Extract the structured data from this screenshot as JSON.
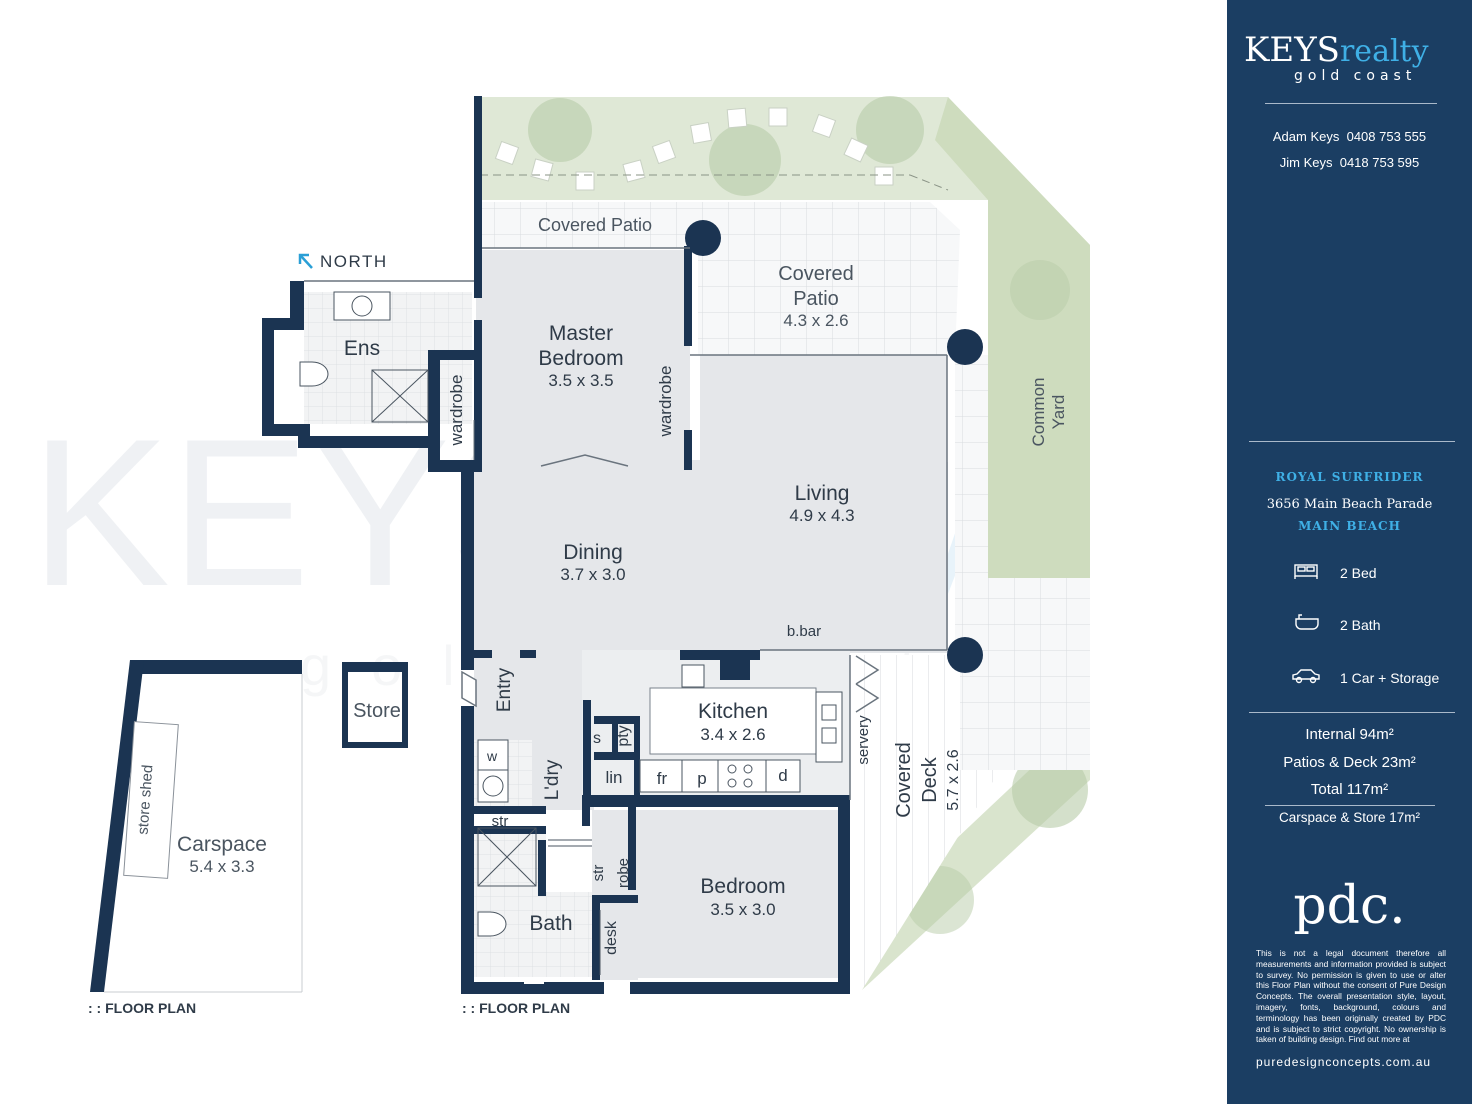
{
  "watermark": {
    "keys": "KEYS",
    "realty": "realty",
    "sub": "gold coast"
  },
  "compass": {
    "label": "NORTH"
  },
  "rooms": {
    "covered_patio_top": "Covered Patio",
    "covered_patio_right": {
      "line1": "Covered",
      "line2": "Patio",
      "dims": "4.3 x 2.6"
    },
    "common_yard": {
      "line1": "Common",
      "line2": "Yard"
    },
    "ensuite": "Ens",
    "wardrobe_left": "wardrobe",
    "wardrobe_right": "wardrobe",
    "master": {
      "line1": "Master",
      "line2": "Bedroom",
      "dims": "3.5 x 3.5"
    },
    "living": {
      "name": "Living",
      "dims": "4.9 x 4.3"
    },
    "dining": {
      "name": "Dining",
      "dims": "3.7 x 3.0"
    },
    "bbar": "b.bar",
    "entry": "Entry",
    "kitchen": {
      "name": "Kitchen",
      "dims": "3.4 x 2.6"
    },
    "s": "s",
    "pty": "pty",
    "lin": "lin",
    "fr": "fr",
    "p": "p",
    "d": "d",
    "servery": "servery",
    "covered_deck": {
      "line1": "Covered",
      "line2": "Deck",
      "dims": "5.7 x 2.6"
    },
    "w": "w",
    "ldry": "L'dry",
    "str1": "str",
    "str2": "str",
    "robe": "robe",
    "bath": "Bath",
    "desk": "desk",
    "bedroom": {
      "name": "Bedroom",
      "dims": "3.5 x 3.0"
    },
    "store": "Store",
    "store_shed": "store shed",
    "carspace": {
      "name": "Carspace",
      "dims": "5.4 x 3.3"
    }
  },
  "plan_labels": {
    "left": ": : FLOOR PLAN",
    "right": ": : FLOOR PLAN"
  },
  "sidebar": {
    "logo_keys": "KEYS",
    "logo_realty": "realty",
    "logo_sub": "gold coast",
    "agents": [
      {
        "name": "Adam Keys",
        "phone": "0408 753 555"
      },
      {
        "name": "Jim Keys",
        "phone": "0418 753 595"
      }
    ],
    "property_name": "ROYAL SURFRIDER",
    "address": "3656 Main Beach Parade",
    "suburb": "MAIN BEACH",
    "features": [
      {
        "icon": "bed-icon",
        "label": "2 Bed"
      },
      {
        "icon": "bath-icon",
        "label": "2 Bath"
      },
      {
        "icon": "car-icon",
        "label": "1 Car + Storage"
      }
    ],
    "areas": {
      "internal": "Internal 94m²",
      "patios": "Patios & Deck 23m²",
      "total": "Total 117m²",
      "carspace": "Carspace & Store 17m²"
    },
    "pdc_logo": "pdc.",
    "disclaimer": "This is not a legal document therefore all measurements and information provided is subject to survey. No permission is given to use or alter this Floor Plan without the consent of Pure Design Concepts. The overall presentation style, layout, imagery, fonts, background, colours and terminology has been originally created by PDC and is subject to strict copyright. No ownership is taken of building design. Find out more at",
    "website": "puredesignconcepts.com.au"
  },
  "colors": {
    "wall": "#1b3452",
    "floor": "#e4e6e9",
    "garden": "#cfdcc3",
    "sidebar_bg": "#1b3e63",
    "accent": "#3fb0e6"
  }
}
